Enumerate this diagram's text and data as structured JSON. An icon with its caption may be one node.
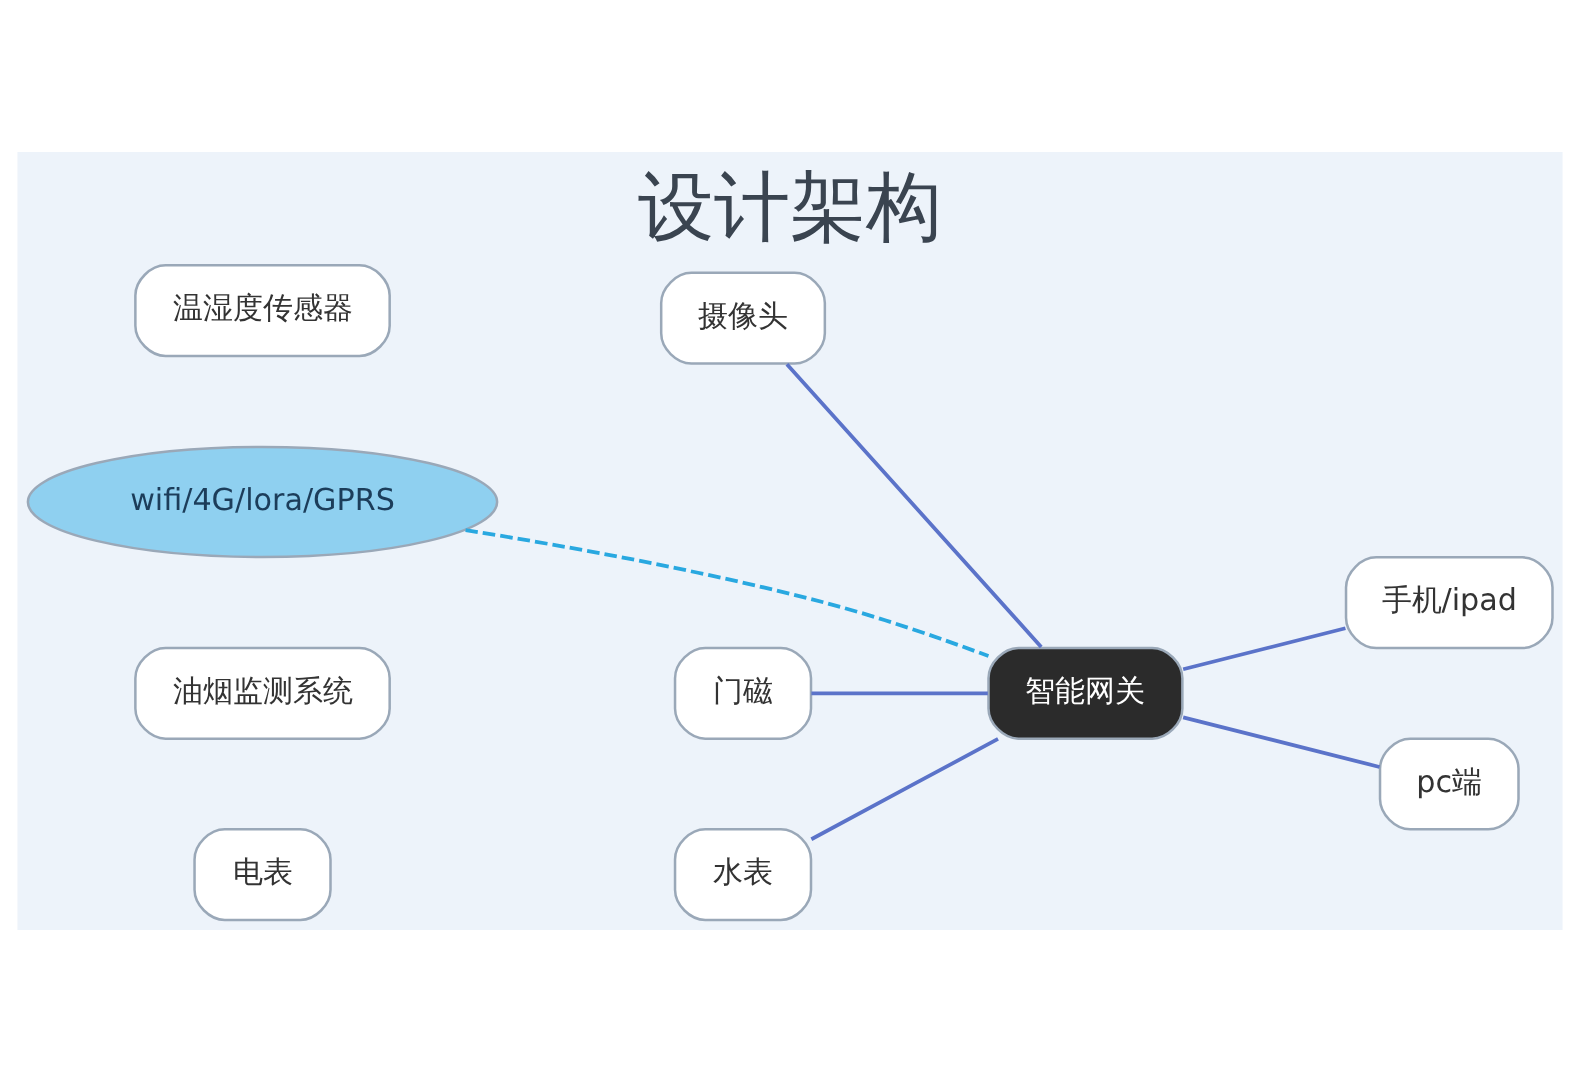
{
  "diagram": {
    "title": "设计架构",
    "nodes": [
      {
        "text": [
          "温湿度传感器"
        ]
      },
      {
        "text": [
          "摄像头"
        ]
      },
      {
        "text": [
          "wifi/4G/lora/GPRS"
        ]
      },
      {
        "text": [
          "手机/ipad"
        ]
      },
      {
        "text": [
          "油烟监测系统"
        ]
      },
      {
        "text": [
          "门磁"
        ]
      },
      {
        "text": [
          "智能网关"
        ]
      },
      {
        "text": [
          "pc端"
        ]
      },
      {
        "text": [
          "电表"
        ]
      },
      {
        "text": [
          "水表"
        ]
      }
    ],
    "edges": [
      {
        "from": 1,
        "to": 6,
        "arrow": "none"
      },
      {
        "from": 5,
        "to": 6,
        "arrow": "none"
      },
      {
        "from": 9,
        "to": 6,
        "arrow": "none"
      },
      {
        "from": 2,
        "to": 6,
        "arrow": "none",
        "style": "dashed",
        "color": "#29a8e0"
      },
      {
        "from": 6,
        "to": 3,
        "arrow": "none"
      },
      {
        "from": 6,
        "to": 7,
        "arrow": "none"
      }
    ]
  }
}
